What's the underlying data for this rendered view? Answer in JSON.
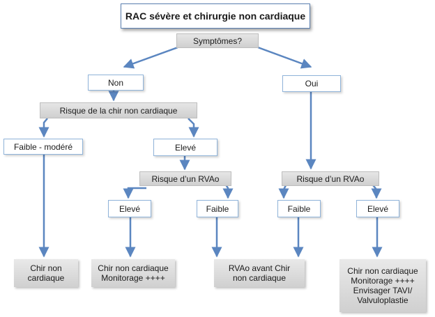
{
  "diagram": {
    "title": "RAC sévère et chirurgie non cardiaque",
    "question": "Symptômes?",
    "branch_no": "Non",
    "branch_yes": "Oui",
    "risk_surgery": "Risque de la chir non cardiaque",
    "low_moderate": "Faible - modéré",
    "high_left": "Elevé",
    "risk_avr_left": "Risque d’un RVAo",
    "risk_avr_right": "Risque d’un RVAo",
    "left_high": "Elevé",
    "left_low": "Faible",
    "right_low": "Faible",
    "right_high": "Elevé",
    "out_1": "Chir non\ncardiaque",
    "out_2": "Chir non cardiaque\nMonitorage ++++",
    "out_3": "RVAo avant Chir\nnon cardiaque",
    "out_4": "Chir non cardiaque\nMonitorage ++++\nEnvisager TAVI/\nValvuloplastie"
  },
  "colors": {
    "arrow": "#5b86c0",
    "box_border": "#8fb3d9",
    "outcome_fill": "#d9d9d9"
  }
}
